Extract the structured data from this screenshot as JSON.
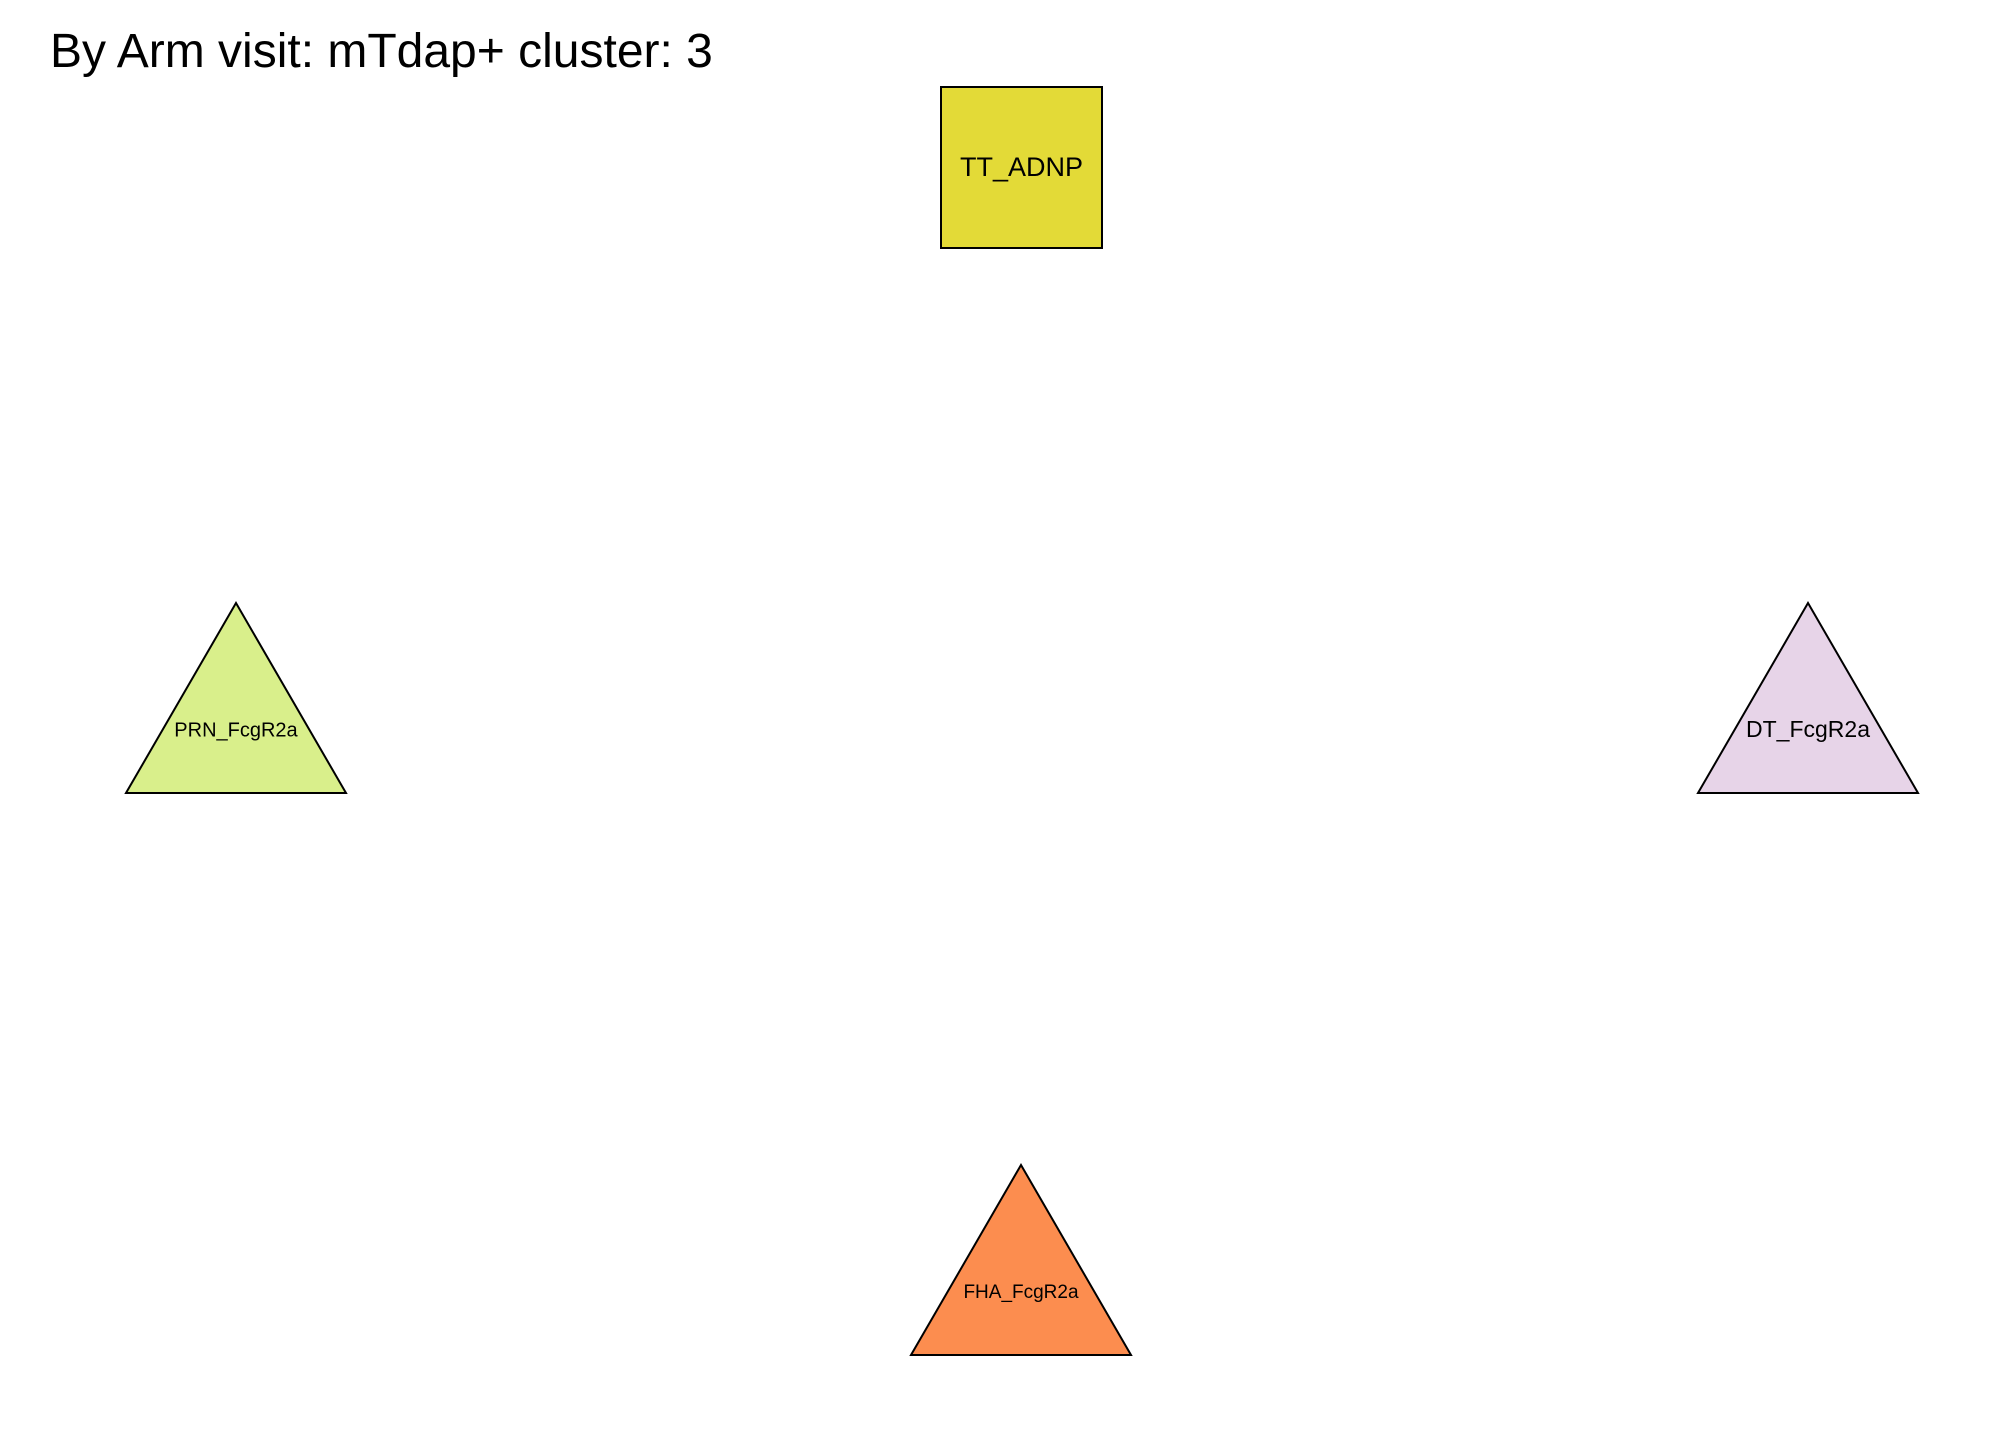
{
  "title": "By Arm visit: mTdap+ cluster: 3",
  "nodes": [
    {
      "id": "tt_adnp",
      "label": "TT_ADNP",
      "shape": "square",
      "color": "#E3DA37"
    },
    {
      "id": "prn_fcgr2a",
      "label": "PRN_FcgR2a",
      "shape": "triangle",
      "color": "#D9EF8B"
    },
    {
      "id": "dt_fcgr2a",
      "label": "DT_FcgR2a",
      "shape": "triangle",
      "color": "#E7D4E8"
    },
    {
      "id": "fha_fcgr2a",
      "label": "FHA_FcgR2a",
      "shape": "triangle",
      "color": "#FC8D4F"
    }
  ],
  "edges": []
}
